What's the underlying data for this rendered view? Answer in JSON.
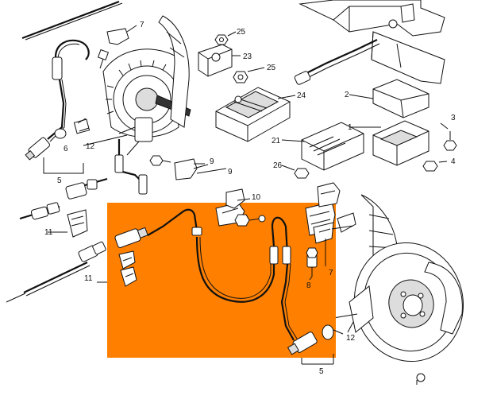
{
  "highlight_color": "#ff8000",
  "labels": {
    "l7_top": "7",
    "l25_a": "25",
    "l23": "23",
    "l25_b": "25",
    "l24": "24",
    "l2": "2",
    "l1": "1",
    "l3": "3",
    "l21": "21",
    "l4": "4",
    "l26": "26",
    "l6": "6",
    "l12_left": "12",
    "l5_left": "5",
    "l9_a": "9",
    "l9_b": "9",
    "l10": "10",
    "l11_a": "11",
    "l11_b": "11",
    "l8": "8",
    "l7_right": "7",
    "l12_right": "12",
    "l5_bottom": "5"
  }
}
